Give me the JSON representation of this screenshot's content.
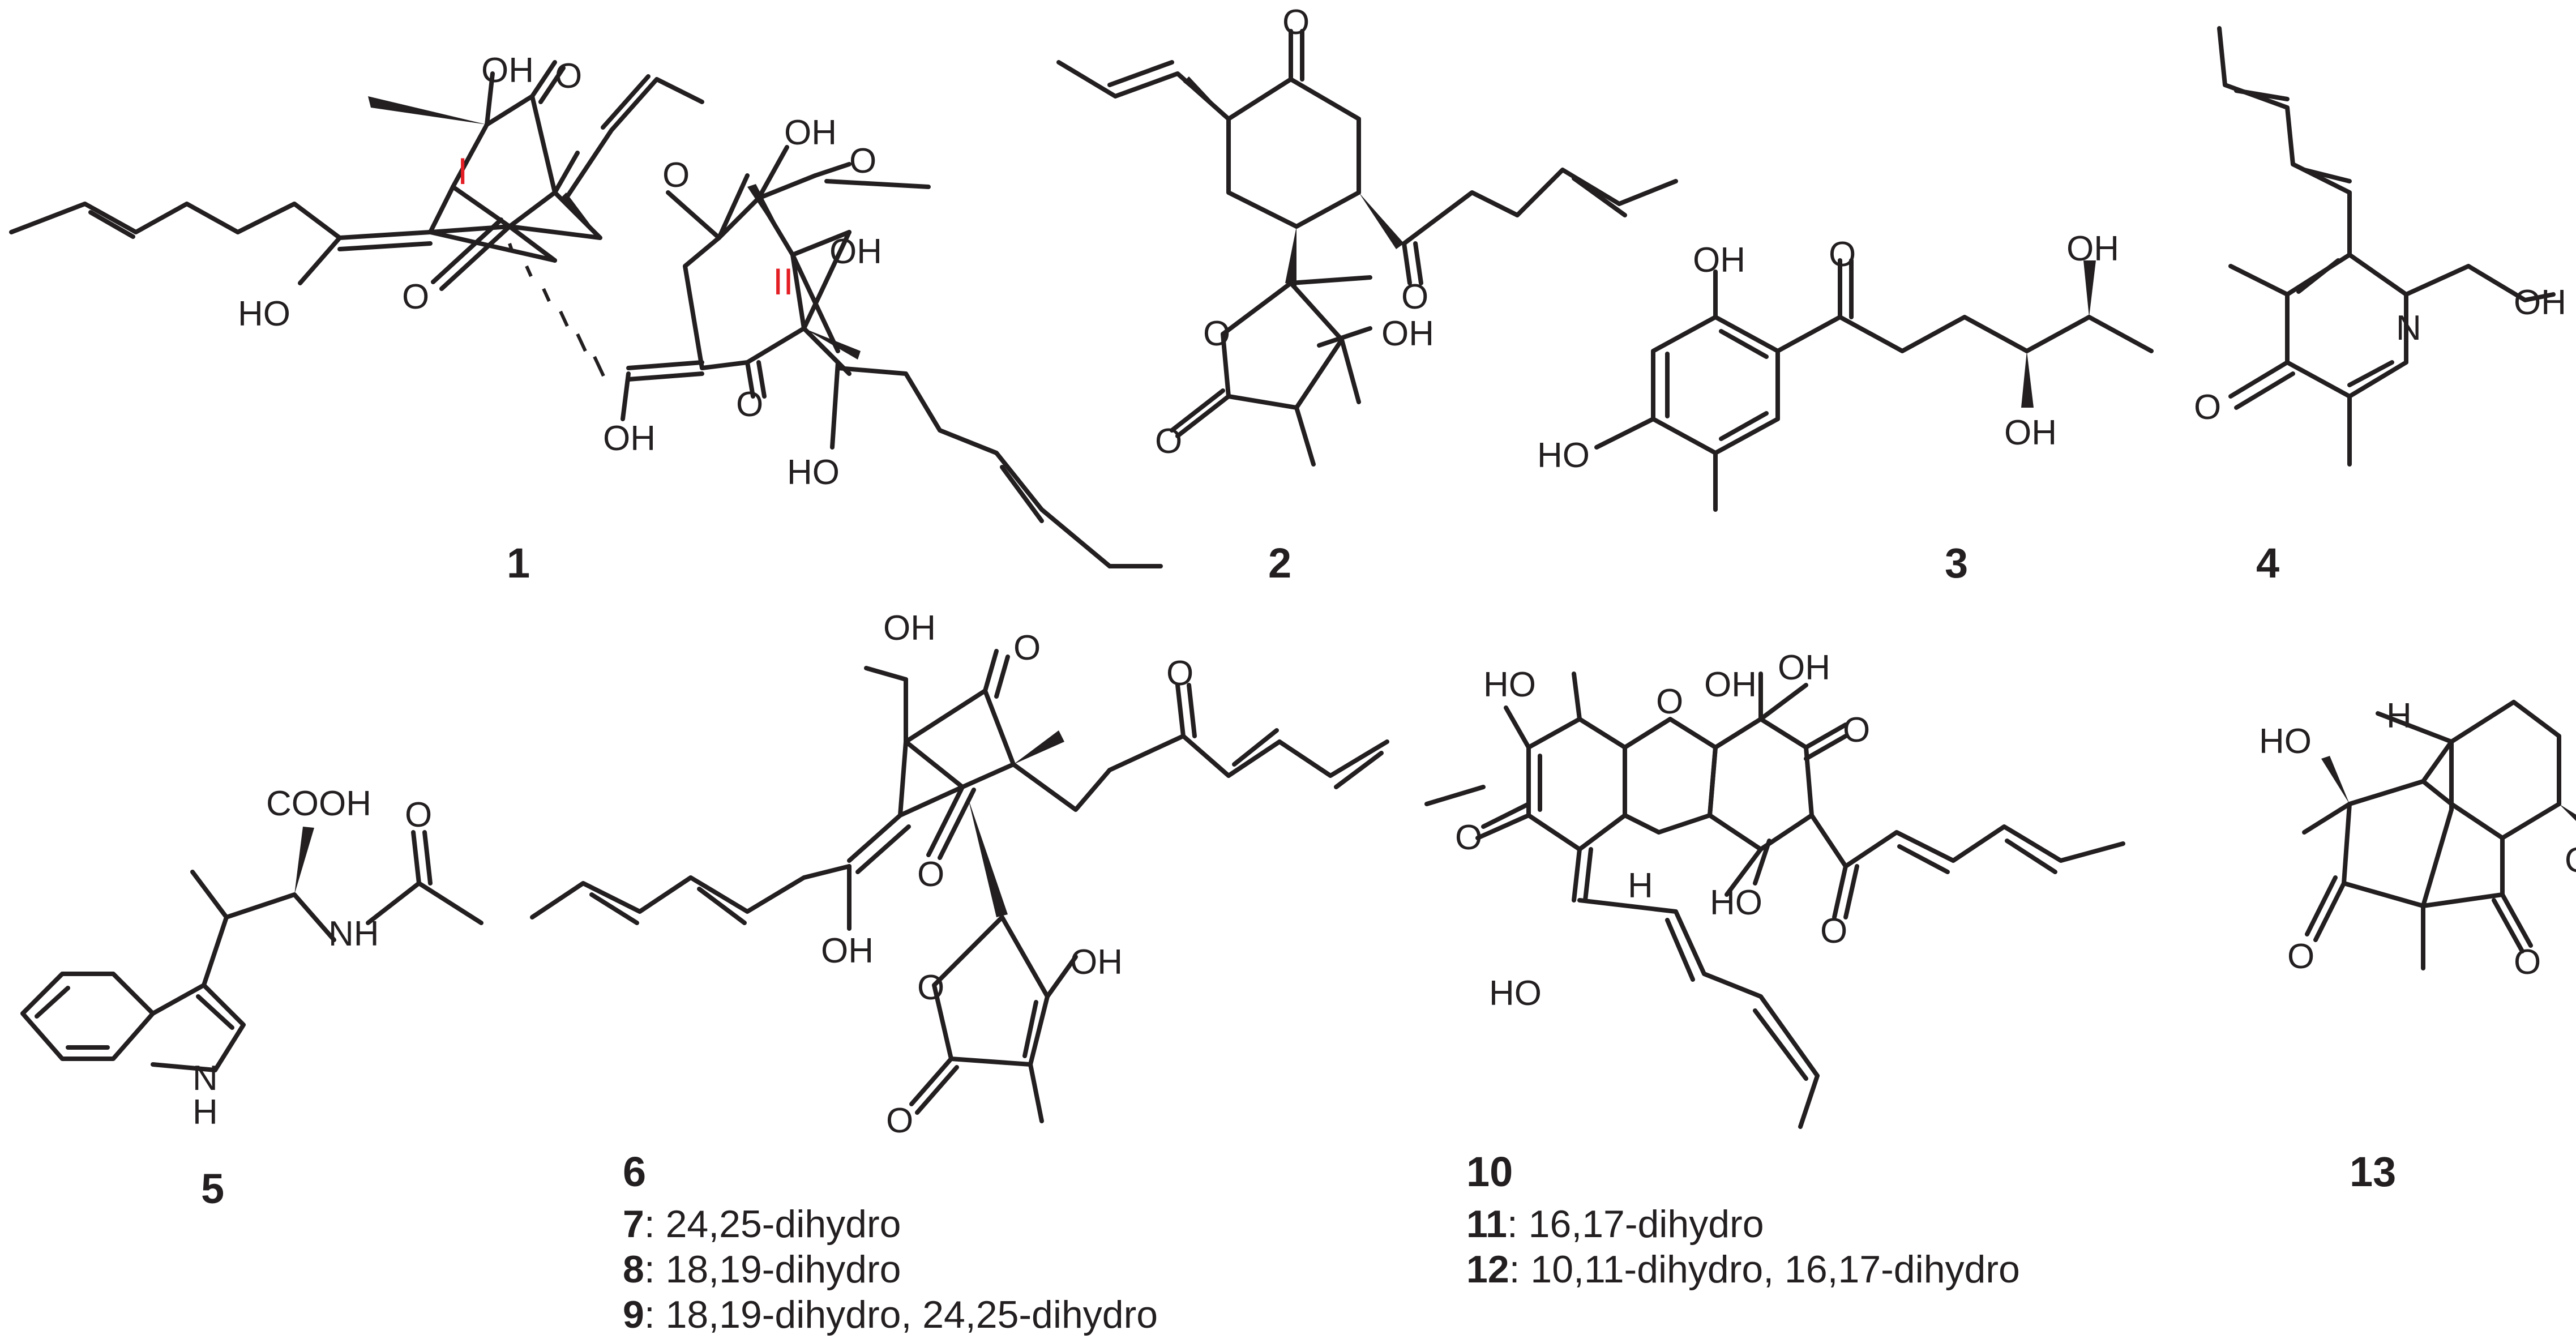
{
  "compounds": [
    {
      "id": "1",
      "ring_labels": [
        "I",
        "II"
      ]
    },
    {
      "id": "2"
    },
    {
      "id": "3"
    },
    {
      "id": "4"
    },
    {
      "id": "5"
    },
    {
      "id": "6"
    },
    {
      "id": "10"
    },
    {
      "id": "13"
    }
  ],
  "analog_notes": [
    {
      "id": "7",
      "text": ": 24,25-dihydro"
    },
    {
      "id": "8",
      "text": ": 18,19-dihydro"
    },
    {
      "id": "9",
      "text": ": 18,19-dihydro, 24,25-dihydro"
    },
    {
      "id": "11",
      "text": ": 16,17-dihydro"
    },
    {
      "id": "12",
      "text": ": 10,11-dihydro, 16,17-dihydro"
    }
  ],
  "atom_labels": {
    "oh": "OH",
    "ho": "HO",
    "o": "O",
    "n": "N",
    "h": "H",
    "nh": "NH",
    "nh_h": "H",
    "cooh": "COOH"
  },
  "colors": {
    "ink": "#231f20",
    "ring_label": "#e31e24",
    "background": "#ffffff"
  }
}
